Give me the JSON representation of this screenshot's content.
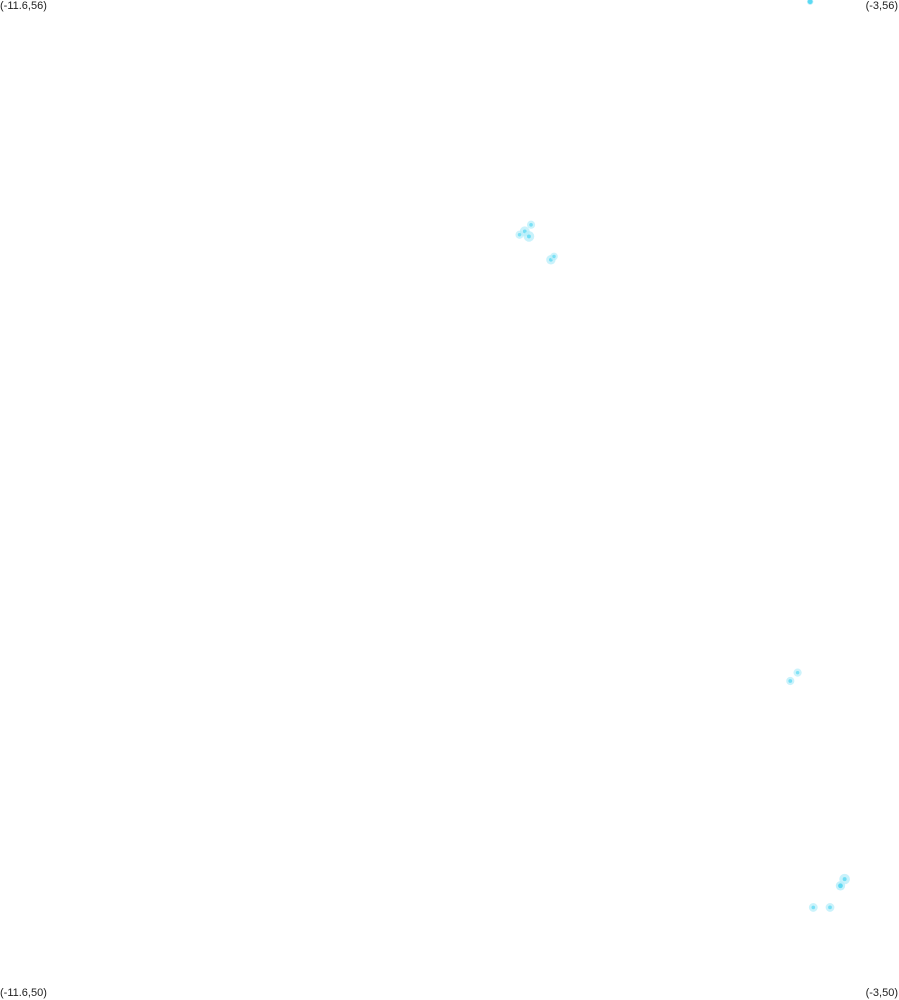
{
  "map": {
    "corners": {
      "top_left": "(-11.6,56)",
      "top_right": "(-3,56)",
      "bottom_left": "(-11.6,50)",
      "bottom_right": "(-3,50)"
    },
    "extent": {
      "lon_min": -11.6,
      "lon_max": -3,
      "lat_min": 50,
      "lat_max": 56
    },
    "colors": {
      "background": "#ffffff",
      "feature_fill": "#b8eefa",
      "feature_core": "#4fd6f2",
      "label": "#222222"
    },
    "features": [
      {
        "id": "north-point",
        "lon": -3.85,
        "lat": 55.99,
        "strength": 0.9,
        "spread": 0.2
      },
      {
        "id": "cluster-a-1",
        "lon": -6.58,
        "lat": 54.61,
        "strength": 0.55,
        "spread": 0.5
      },
      {
        "id": "cluster-a-2",
        "lon": -6.54,
        "lat": 54.58,
        "strength": 0.6,
        "spread": 0.55
      },
      {
        "id": "cluster-a-3",
        "lon": -6.52,
        "lat": 54.65,
        "strength": 0.5,
        "spread": 0.35
      },
      {
        "id": "cluster-a-4",
        "lon": -6.63,
        "lat": 54.59,
        "strength": 0.45,
        "spread": 0.35
      },
      {
        "id": "cluster-b-1",
        "lon": -6.33,
        "lat": 54.44,
        "strength": 0.55,
        "spread": 0.45
      },
      {
        "id": "cluster-b-2",
        "lon": -6.3,
        "lat": 54.46,
        "strength": 0.45,
        "spread": 0.3
      },
      {
        "id": "south-west-1",
        "lon": -3.97,
        "lat": 51.96,
        "strength": 0.45,
        "spread": 0.35
      },
      {
        "id": "south-west-2",
        "lon": -4.04,
        "lat": 51.91,
        "strength": 0.55,
        "spread": 0.35
      },
      {
        "id": "south-1",
        "lon": -3.52,
        "lat": 50.72,
        "strength": 0.6,
        "spread": 0.55
      },
      {
        "id": "south-2",
        "lon": -3.56,
        "lat": 50.68,
        "strength": 0.85,
        "spread": 0.45
      },
      {
        "id": "south-3",
        "lon": -3.66,
        "lat": 50.55,
        "strength": 0.55,
        "spread": 0.4
      },
      {
        "id": "south-4",
        "lon": -3.82,
        "lat": 50.55,
        "strength": 0.5,
        "spread": 0.4
      }
    ]
  }
}
